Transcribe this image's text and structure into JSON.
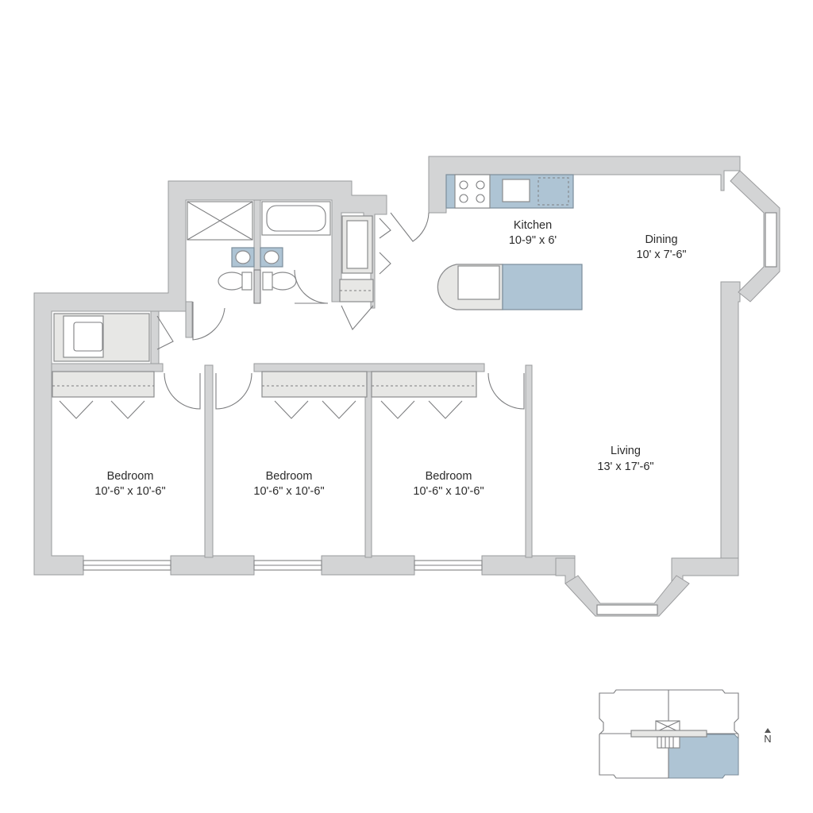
{
  "rooms": {
    "kitchen": {
      "name": "Kitchen",
      "size": "10-9\" x 6'"
    },
    "dining": {
      "name": "Dining",
      "size": "10' x 7'-6\""
    },
    "living": {
      "name": "Living",
      "size": "13' x 17'-6\""
    },
    "bedroom1": {
      "name": "Bedroom",
      "size": "10'-6\" x 10'-6\""
    },
    "bedroom2": {
      "name": "Bedroom",
      "size": "10'-6\" x 10'-6\""
    },
    "bedroom3": {
      "name": "Bedroom",
      "size": "10'-6\" x 10'-6\""
    }
  },
  "key_plan": {
    "north_label": "N",
    "highlight_color": "#aec4d4"
  },
  "colors": {
    "wall": "#d3d4d5",
    "accent_fixture": "#aec4d4",
    "floor": "#ffffff"
  }
}
